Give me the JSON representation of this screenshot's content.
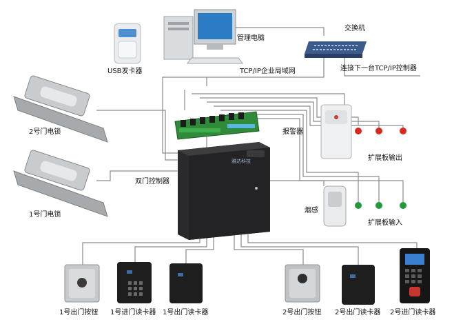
{
  "labels": {
    "usb_reader": "USB发卡器",
    "mgmt_pc": "管理电脑",
    "switch": "交换机",
    "next_controller": "连接下一台TCP/IP控制器",
    "lan": "TCP/IP企业局域网",
    "lock2": "2号门电锁",
    "lock1": "1号门电锁",
    "alarm": "报警器",
    "ext_out": "扩展板输出",
    "controller": "双门控制器",
    "smoke": "烟感",
    "ext_in": "扩展板输入",
    "exit_btn1": "1号出门按钮",
    "in_reader1": "1号进门读卡器",
    "out_reader1": "1号出门读卡器",
    "exit_btn2": "2号出门按钮",
    "out_reader2": "2号出门读卡器",
    "in_reader2": "2号进门读卡器",
    "brand_text": "雅达科技"
  },
  "colors": {
    "wire": "#8a8a8a",
    "led_output": "#d42b1e",
    "led_input": "#1f9a3c",
    "controller_body": "#2a2a2c",
    "board_green": "#2f8a3a",
    "lock_metal": "#b9bcbf"
  },
  "icons": [
    "usb-card-issuer-icon",
    "desktop-computer-icon",
    "network-switch-icon",
    "electric-lock-icon",
    "extension-board-icon",
    "alarm-sensor-icon",
    "smoke-detector-icon",
    "controller-box-icon",
    "exit-button-icon",
    "keypad-reader-icon",
    "card-reader-icon",
    "fingerprint-reader-icon"
  ]
}
